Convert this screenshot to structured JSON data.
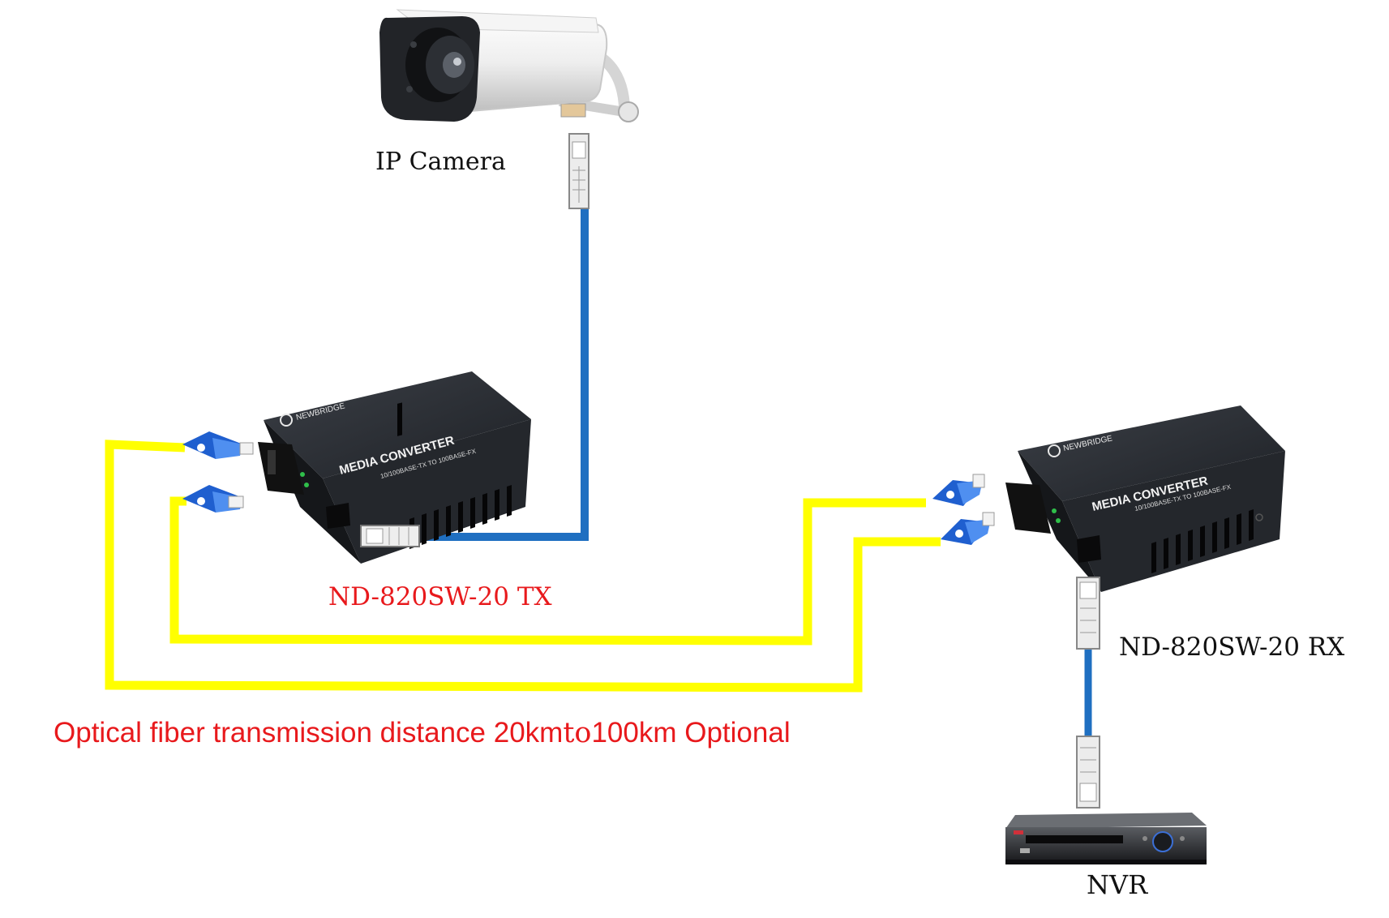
{
  "labels": {
    "camera": "IP Camera",
    "tx": "ND-820SW-20 TX",
    "rx": "ND-820SW-20 RX",
    "nvr": "NVR",
    "caption_a": "Optical fiber transmission distance 20km",
    "caption_b": "to",
    "caption_c": "100km Optional"
  },
  "device_text": {
    "brand": "NEWBRIDGE",
    "model": "MEDIA CONVERTER",
    "spec": "10/100BASE-TX TO 100BASE-FX"
  },
  "colors": {
    "fiber": "#ffff00",
    "ethernet": "#1f6fc1",
    "label_red": "#e8191c",
    "converter_body": "#2a2d33"
  },
  "icons": {
    "camera": "ip-camera-icon",
    "converter": "media-converter-icon",
    "nvr": "nvr-recorder-icon",
    "fiber_connector": "sc-fiber-connector-icon",
    "rj45": "rj45-connector-icon"
  }
}
